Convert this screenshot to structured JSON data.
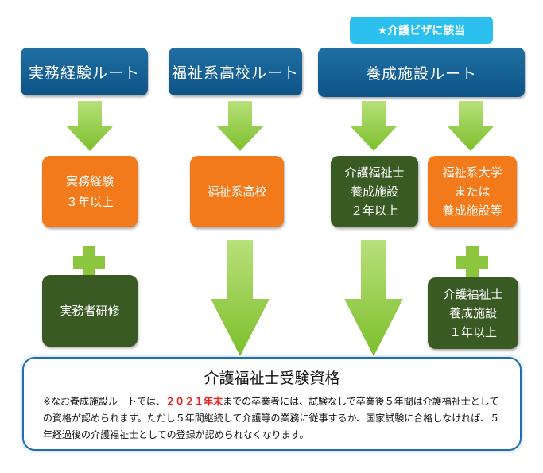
{
  "badge": "★介護ビザに該当",
  "routes": {
    "experience": "実務経験ルート",
    "highschool": "福祉系高校ルート",
    "facility": "養成施設ルート"
  },
  "cards": {
    "experience_line1": "実務経験",
    "experience_line2": "３年以上",
    "experience_training": "実務者研修",
    "highschool": "福祉系高校",
    "facility2_line1": "介護福祉士",
    "facility2_line2": "養成施設",
    "facility2_line3": "２年以上",
    "univ_line1": "福祉系大学",
    "univ_line2": "または",
    "univ_line3": "養成施設等",
    "facility1_line1": "介護福祉士",
    "facility1_line2": "養成施設",
    "facility1_line3": "１年以上"
  },
  "result": {
    "title": "介護福祉士受験資格",
    "note_pre": "※なお養成施設ルートでは、",
    "note_highlight": "２０２１年末",
    "note_post": "までの卒業者には、試験なしで卒業後５年間は介護福祉士としての資格が認められます。ただし５年間継続して介護等の業務に従事するか、国家試験に合格しなければ、５年経過後の介護福祉士としての登録が認められなくなります。"
  },
  "colors": {
    "route_blue": "#0e5487",
    "badge_cyan": "#2cc0ee",
    "card_orange": "#f27a1a",
    "card_green": "#3a5a24",
    "arrow_green": "#8cc63f",
    "highlight_red": "#e8211c"
  }
}
